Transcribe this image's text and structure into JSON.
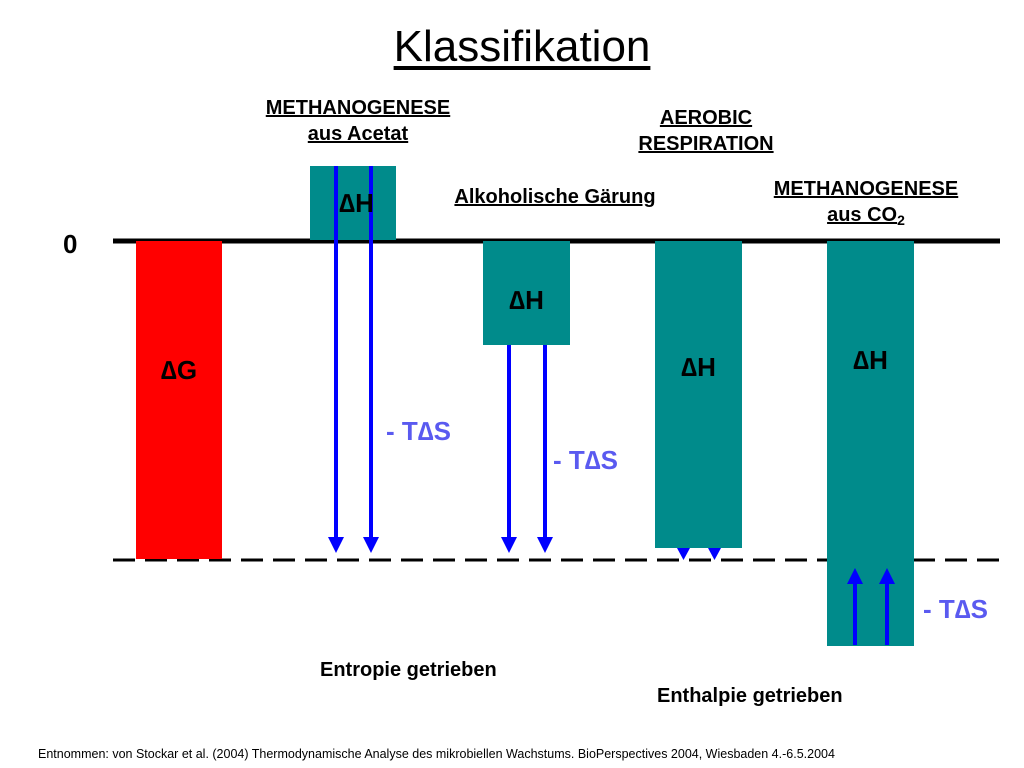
{
  "title": "Klassifikation",
  "zero_label": "0",
  "labels": {
    "methanogenese_acetat_line1": "METHANOGENESE",
    "methanogenese_acetat_line2": "aus Acetat",
    "aerobic_line1": "AEROBIC",
    "aerobic_line2": "RESPIRATION",
    "alkoholische": "Alkoholische Gärung",
    "methanogenese_co2_line1": "METHANOGENESE",
    "methanogenese_co2_line2": "aus CO",
    "methanogenese_co2_subscript": "2"
  },
  "bar_texts": {
    "delta_g": "∆G",
    "delta_h": "∆H"
  },
  "entropy_text": "- T∆S",
  "bottom_labels": {
    "entropie": "Entropie getrieben",
    "enthalpie": "Enthalpie getrieben"
  },
  "source": "Entnommen: von Stockar et al. (2004) Thermodynamische Analyse des mikrobiellen Wachstums. BioPerspectives 2004, Wiesbaden 4.-6.5.2004",
  "colors": {
    "delta_g_bar": "#ff0000",
    "delta_h_bar": "#008b8b",
    "arrow": "#0000ff",
    "entropy_text": "#5a5af0"
  }
}
